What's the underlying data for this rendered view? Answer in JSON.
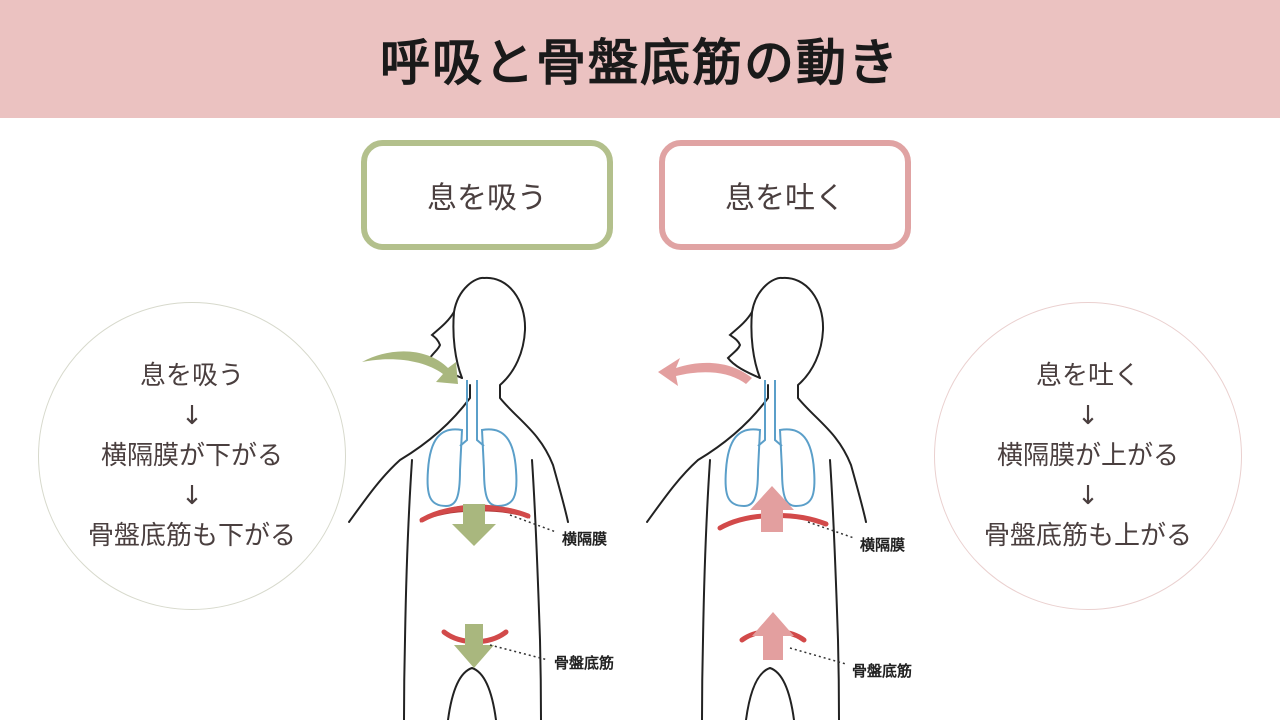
{
  "title": "呼吸と骨盤底筋の動き",
  "inhale": {
    "label": "息を吸う",
    "steps": [
      "息を吸う",
      "↓",
      "横隔膜が下がる",
      "↓",
      "骨盤底筋も下がる"
    ],
    "callouts": {
      "diaphragm": "横隔膜",
      "pelvic_floor": "骨盤底筋"
    },
    "color": "#b3c08c"
  },
  "exhale": {
    "label": "息を吐く",
    "steps": [
      "息を吐く",
      "↓",
      "横隔膜が上がる",
      "↓",
      "骨盤底筋も上がる"
    ],
    "callouts": {
      "diaphragm": "横隔膜",
      "pelvic_floor": "骨盤底筋"
    },
    "color": "#e0a3a3"
  },
  "colors": {
    "header_bg": "#ebc2c1",
    "lungs": "#5b9fc9",
    "diaphragm": "#d24a4a",
    "inhale_arrow": "#a9b77e",
    "exhale_arrow": "#e39f9f"
  }
}
